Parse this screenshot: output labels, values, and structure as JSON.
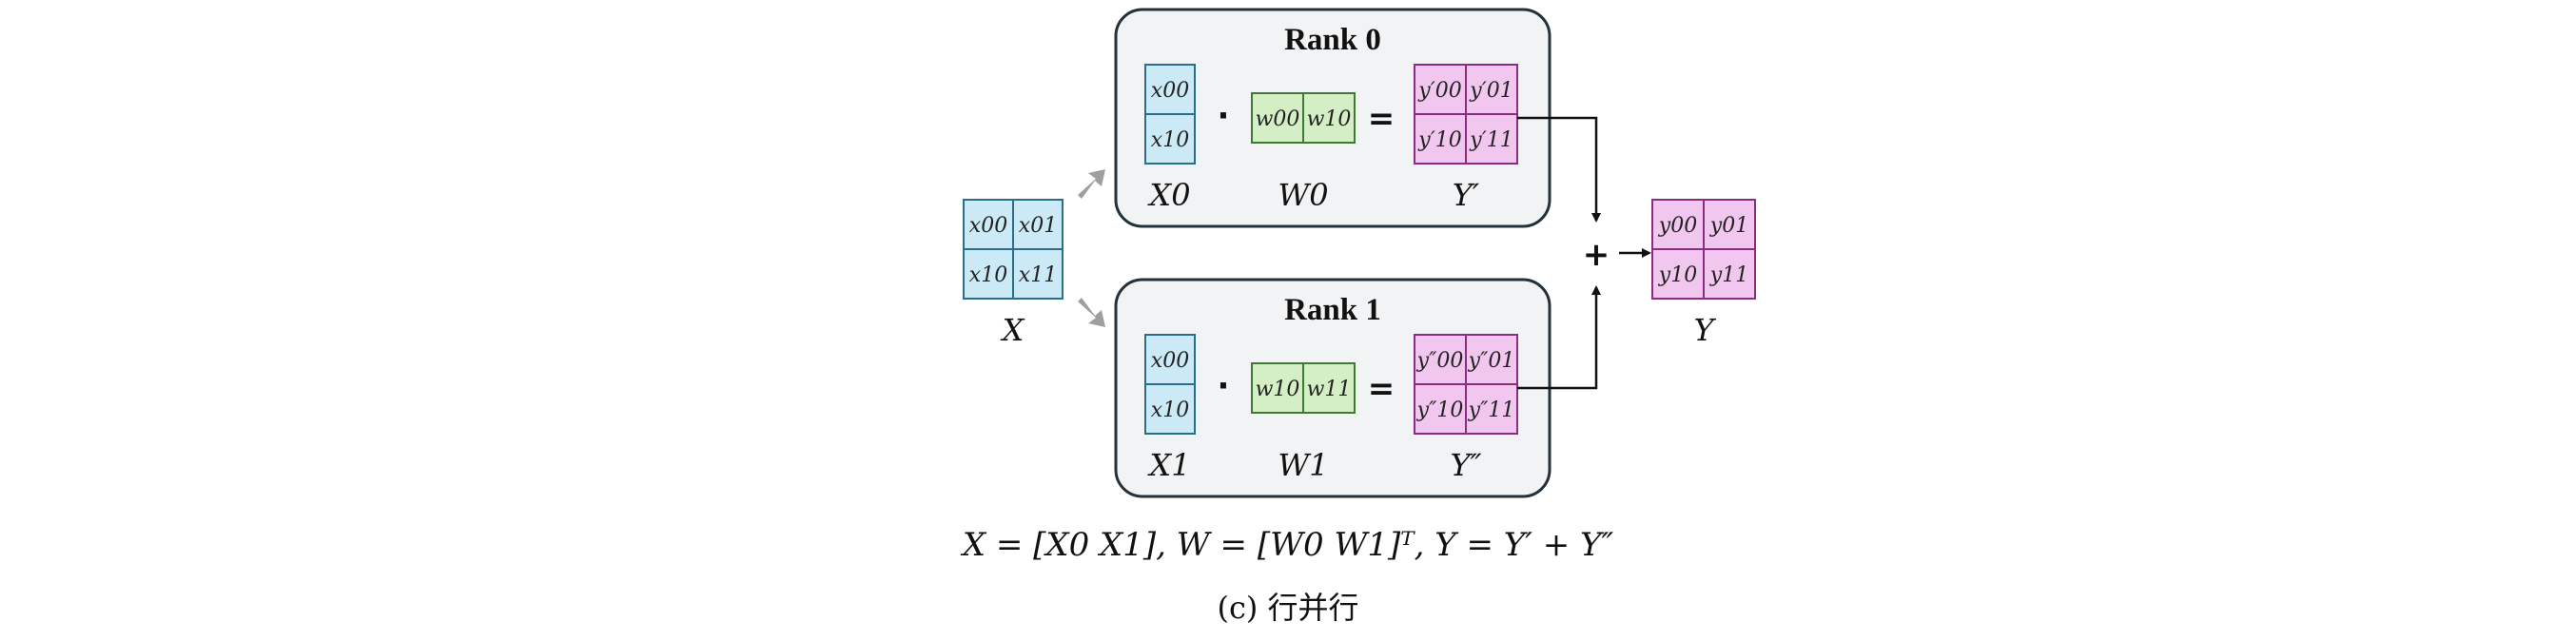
{
  "input_matrix": {
    "label": "X",
    "cells": [
      "x00",
      "x01",
      "x10",
      "x11"
    ]
  },
  "output_matrix": {
    "label": "Y",
    "cells": [
      "y00",
      "y01",
      "y10",
      "y11"
    ]
  },
  "ranks": [
    {
      "title": "Rank 0",
      "x_cells": [
        "x00",
        "x10"
      ],
      "x_label": "X0",
      "w_cells": [
        "w00",
        "w10"
      ],
      "w_label": "W0",
      "y_cells": [
        "y′00",
        "y′01",
        "y′10",
        "y′11"
      ],
      "y_label": "Y′"
    },
    {
      "title": "Rank 1",
      "x_cells": [
        "x00",
        "x10"
      ],
      "x_label": "X1",
      "w_cells": [
        "w10",
        "w11"
      ],
      "w_label": "W1",
      "y_cells": [
        "y″00",
        "y″01",
        "y″10",
        "y″11"
      ],
      "y_label": "Y″"
    }
  ],
  "operators": {
    "dot": "·",
    "equals": "=",
    "plus": "+"
  },
  "formula": "X = [X0  X1], W = [W0  W1]ᵀ, Y = Y′ + Y″",
  "caption": "(c) 行并行",
  "colors": {
    "blue": "#cbeaf6",
    "green": "#d4efc6",
    "pink": "#f2c7ef",
    "box": "#f2f3f4",
    "arrow_gray": "#9e9e9e"
  }
}
